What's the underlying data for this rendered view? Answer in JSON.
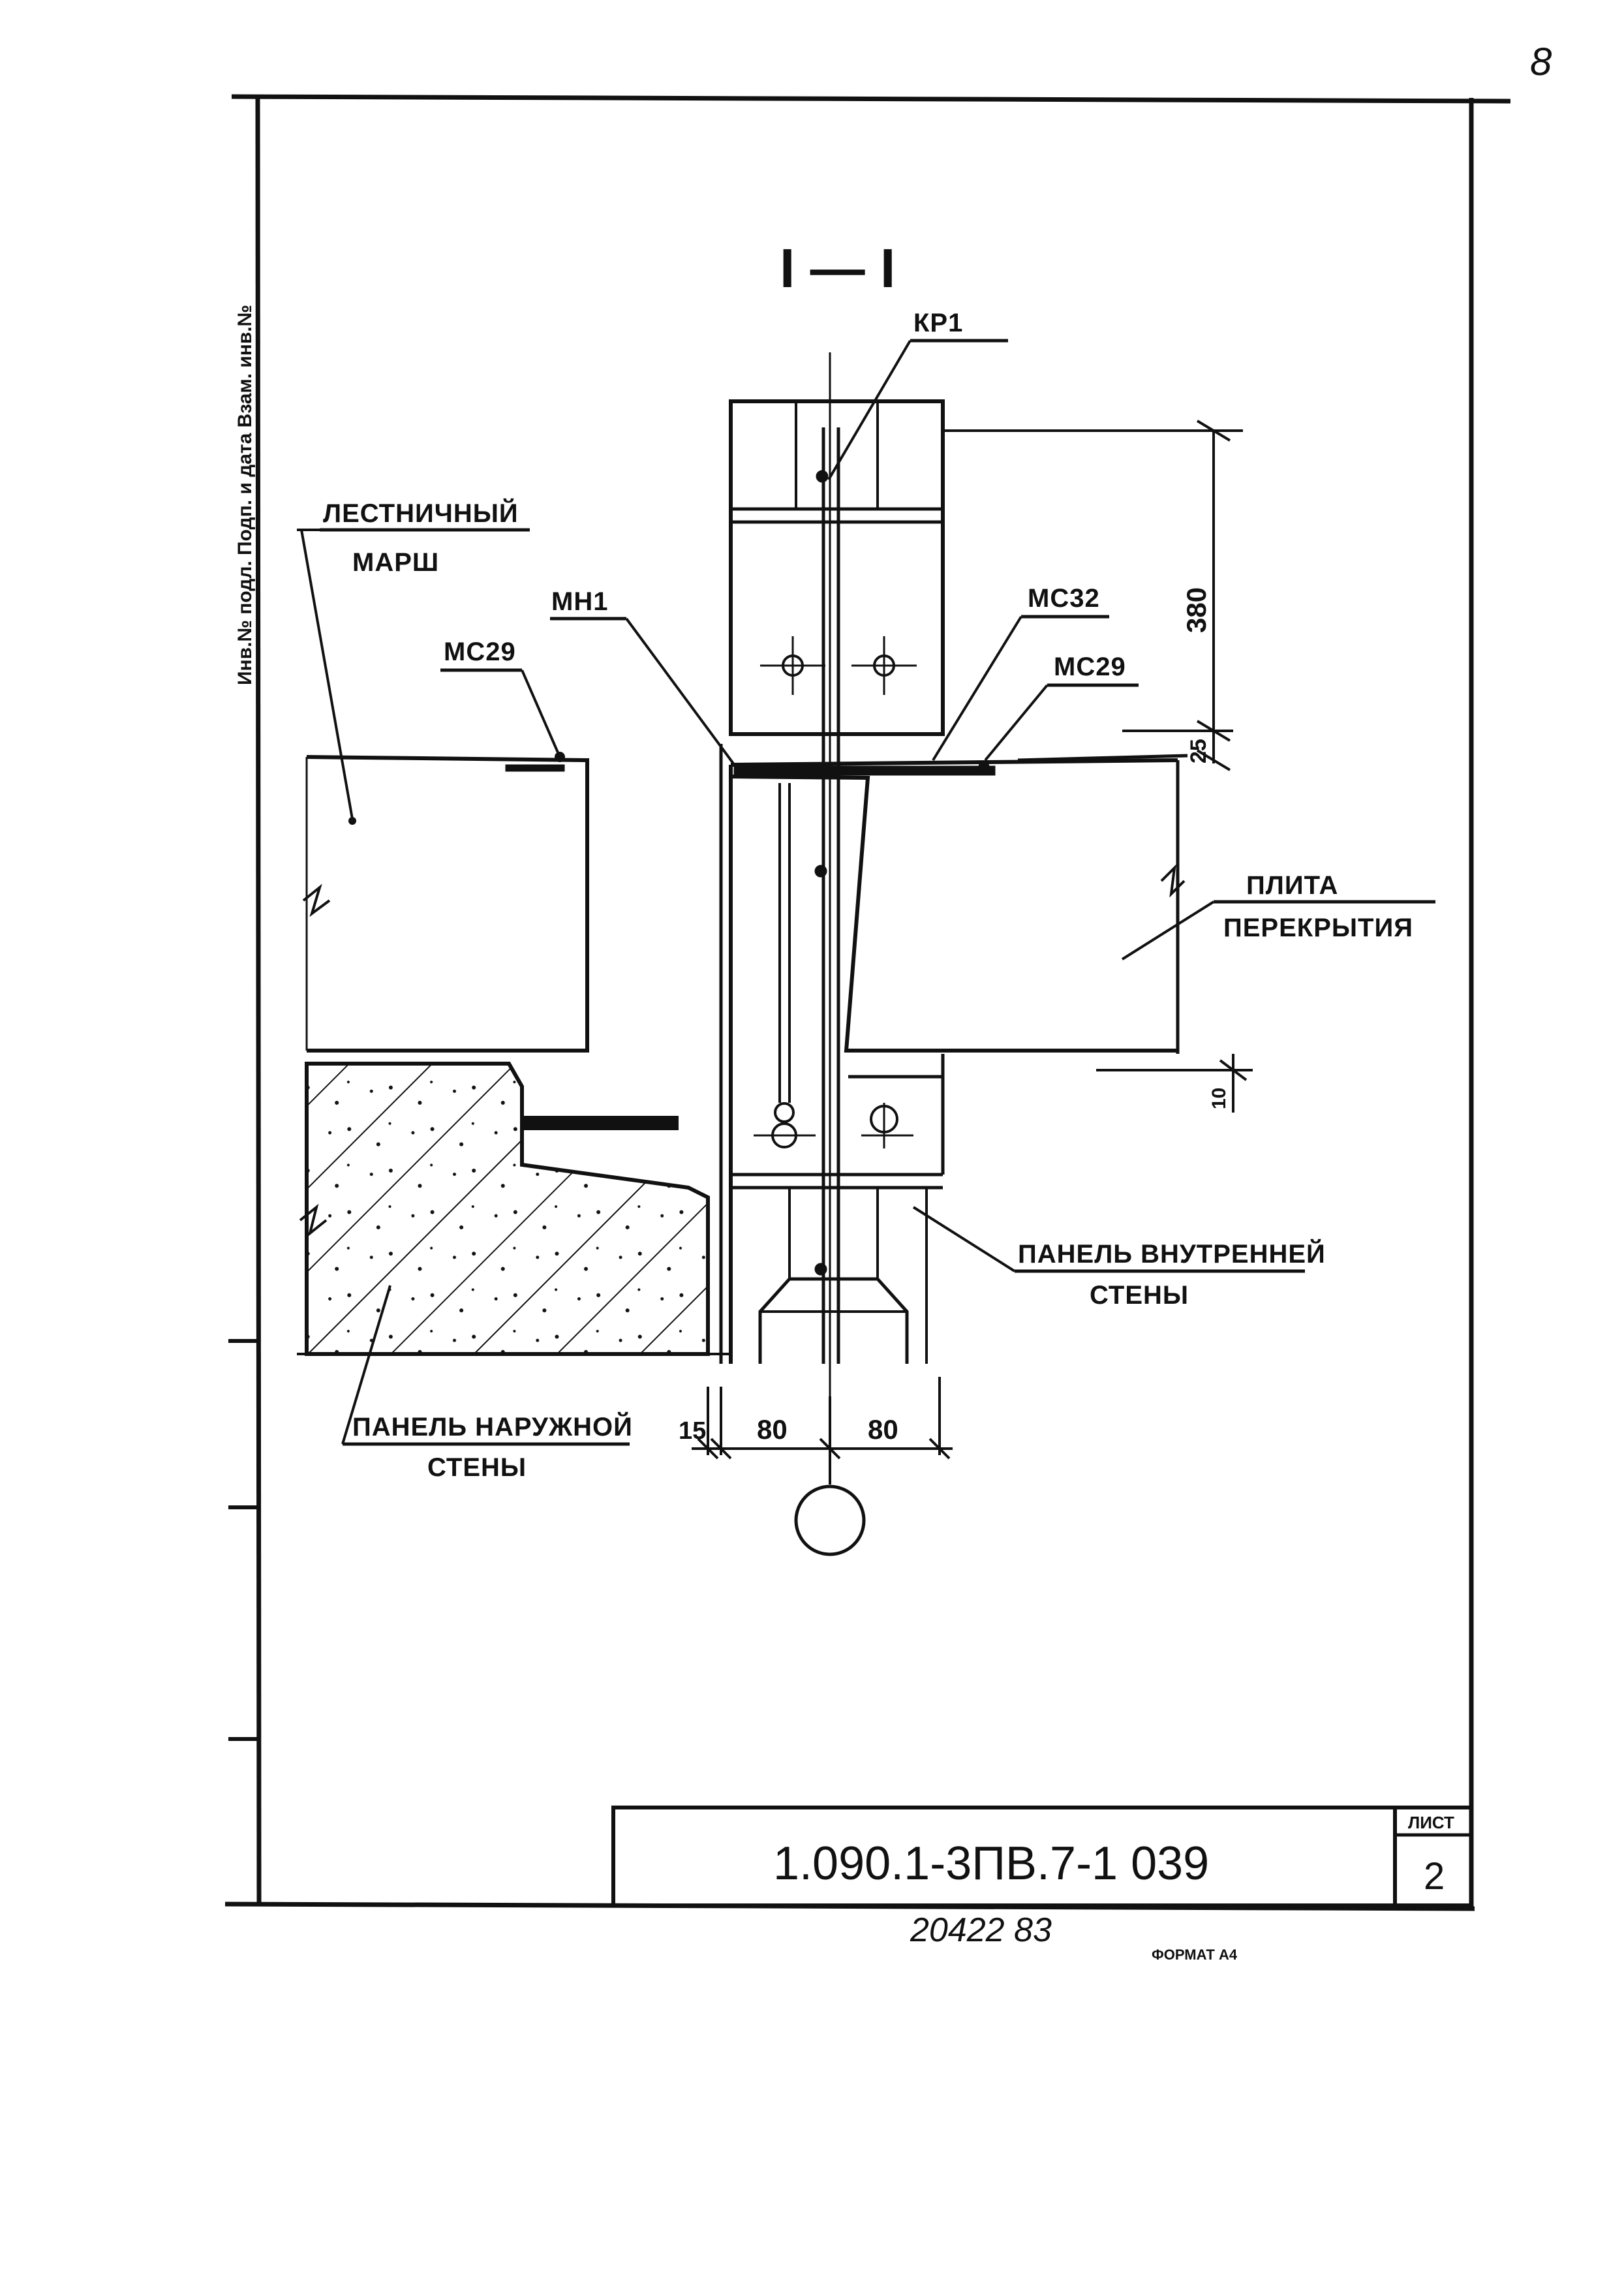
{
  "page_mark": "8",
  "section_title": "I — I",
  "side_note": "Инв.№ подл. Подп. и дата Взам. инв.№",
  "labels": {
    "kr": "КР1",
    "stair_line1": "ЛЕСТНИЧНЫЙ",
    "stair_line2": "МАРШ",
    "mn": "МН1",
    "mc32": "МС32",
    "mc29_left": "МС29",
    "mc29_right": "МС29",
    "slab_line1": "ПЛИТА",
    "slab_line2": "ПЕРЕКРЫТИЯ",
    "inner_line1": "ПАНЕЛЬ ВНУТРЕННЕЙ",
    "inner_line2": "СТЕНЫ",
    "outer_line1": "ПАНЕЛЬ НАРУЖНОЙ",
    "outer_line2": "СТЕНЫ"
  },
  "dimensions": {
    "d380": "380",
    "d25": "25",
    "d10": "10",
    "d15": "15",
    "d80_left": "80",
    "d80_right": "80"
  },
  "title_block": {
    "code": "1.090.1-3ПВ.7-1    039",
    "sheet_label": "ЛИСТ",
    "sheet_number": "2"
  },
  "footer": {
    "inventory": "20422   83",
    "format": "ФОРМАТ А4"
  }
}
